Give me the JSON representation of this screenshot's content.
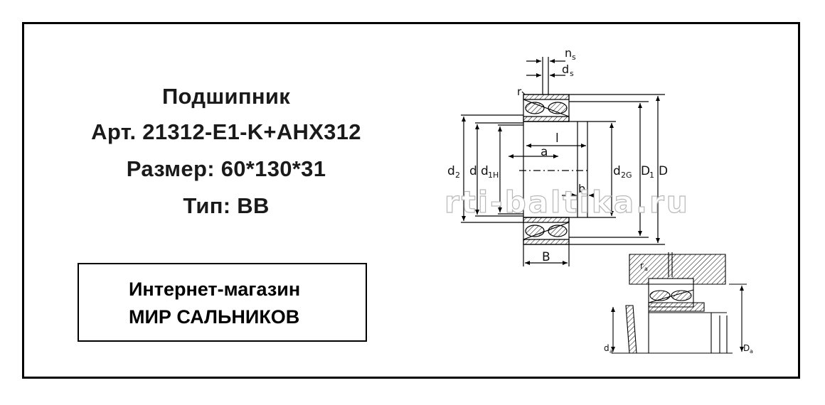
{
  "product": {
    "title": "Подшипник",
    "article": "Арт.  21312-E1-K+AHX312",
    "size": "Размер:  60*130*31",
    "type": "Тип:  BB"
  },
  "shop": {
    "line1": "Интернет-магазин",
    "line2": "МИР САЛЬНИКОВ"
  },
  "watermark": "rti-baltika.ru",
  "diagram_labels": {
    "ns": "n",
    "ns_sub": "s",
    "ds": "d",
    "ds_sub": "s",
    "r": "r",
    "l": "l",
    "a": "a",
    "b": "b",
    "B": "B",
    "d2": "d",
    "d2_sub": "2",
    "d": "d",
    "d1H": "d",
    "d1H_sub": "1H",
    "d2G": "d",
    "d2G_sub": "2G",
    "D1": "D",
    "D1_sub": "1",
    "D": "D",
    "ra": "r",
    "ra_sub": "a",
    "da": "d",
    "da_sub": "a",
    "Da": "D",
    "Da_sub": "a"
  },
  "colors": {
    "text": "#1a1a1a",
    "line": "#000000",
    "watermark_outline": "#b8b8b8"
  }
}
